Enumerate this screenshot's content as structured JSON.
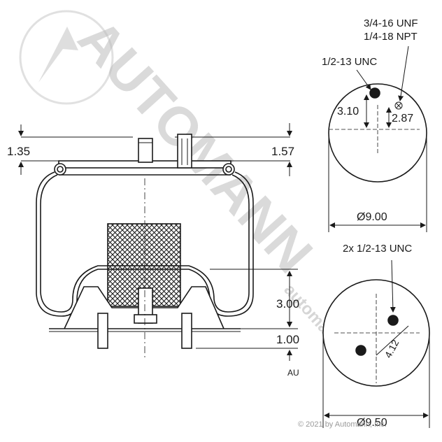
{
  "watermark": {
    "brand": "AUTOMANN",
    "url": "automann.com",
    "copyright": "© 2021 by Automann, Inc.",
    "color": "#b8b8b8"
  },
  "side_view": {
    "top_left_dim": "1.35",
    "top_right_dim": "1.57",
    "piston_height_dim": "3.00",
    "base_dim": "1.00",
    "code_label": "AU"
  },
  "top_plate": {
    "port_large_label_line1": "3/4-16 UNF",
    "port_large_label_line2": "1/4-18 NPT",
    "port_small_label": "1/2-13 UNC",
    "offset_left_dim": "3.10",
    "offset_right_dim": "2.87",
    "diameter_dim": "Ø9.00"
  },
  "bottom_plate": {
    "studs_label": "2x 1/2-13 UNC",
    "spacing_dim": "4.12",
    "diameter_dim": "Ø9.50"
  },
  "colors": {
    "line": "#1a1a1a",
    "fill": "#ffffff"
  }
}
